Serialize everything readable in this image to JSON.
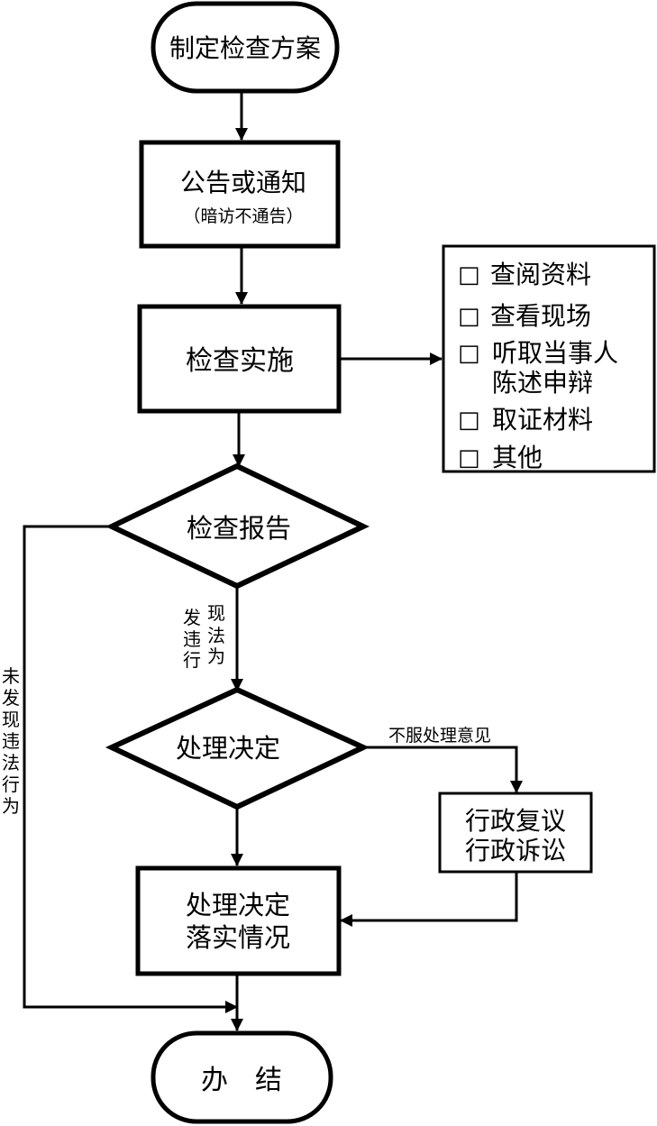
{
  "diagram": {
    "type": "flowchart",
    "nodes": {
      "start": {
        "label": "制定检查方案",
        "shape": "terminal"
      },
      "notice": {
        "label": "公告或通知",
        "sublabel": "（暗访不通告）",
        "shape": "process"
      },
      "inspect": {
        "label": "检查实施",
        "shape": "process"
      },
      "checklist": {
        "shape": "checklist",
        "items": [
          {
            "lines": [
              "查阅资料"
            ]
          },
          {
            "lines": [
              "查看现场"
            ]
          },
          {
            "lines": [
              "听取当事人",
              "陈述申辩"
            ]
          },
          {
            "lines": [
              "取证材料"
            ]
          },
          {
            "lines": [
              "其他"
            ]
          }
        ],
        "checkbox_glyph": "□"
      },
      "report": {
        "label": "检查报告",
        "shape": "decision"
      },
      "decision": {
        "label": "处理决定",
        "shape": "decision"
      },
      "review": {
        "lines": [
          "行政复议",
          "行政诉讼"
        ],
        "shape": "process"
      },
      "implement": {
        "lines": [
          "处理决定",
          "落实情况"
        ],
        "shape": "process"
      },
      "end": {
        "label": "办　结",
        "shape": "terminal"
      }
    },
    "edge_labels": {
      "found_violation": [
        "发",
        "现",
        "违",
        "法",
        "行",
        "为"
      ],
      "not_found_violation": [
        "未",
        "发",
        "现",
        "违",
        "法",
        "行",
        "为"
      ],
      "disagree": "不服处理意见"
    },
    "edges": [
      {
        "from": "start",
        "to": "notice"
      },
      {
        "from": "notice",
        "to": "inspect"
      },
      {
        "from": "inspect",
        "to": "checklist"
      },
      {
        "from": "inspect",
        "to": "report"
      },
      {
        "from": "report",
        "to": "decision",
        "label": "发现违法行为"
      },
      {
        "from": "report",
        "to": "end",
        "label": "未发现违法行为"
      },
      {
        "from": "decision",
        "to": "review",
        "label": "不服处理意见"
      },
      {
        "from": "decision",
        "to": "implement"
      },
      {
        "from": "review",
        "to": "implement"
      },
      {
        "from": "implement",
        "to": "end"
      }
    ]
  }
}
